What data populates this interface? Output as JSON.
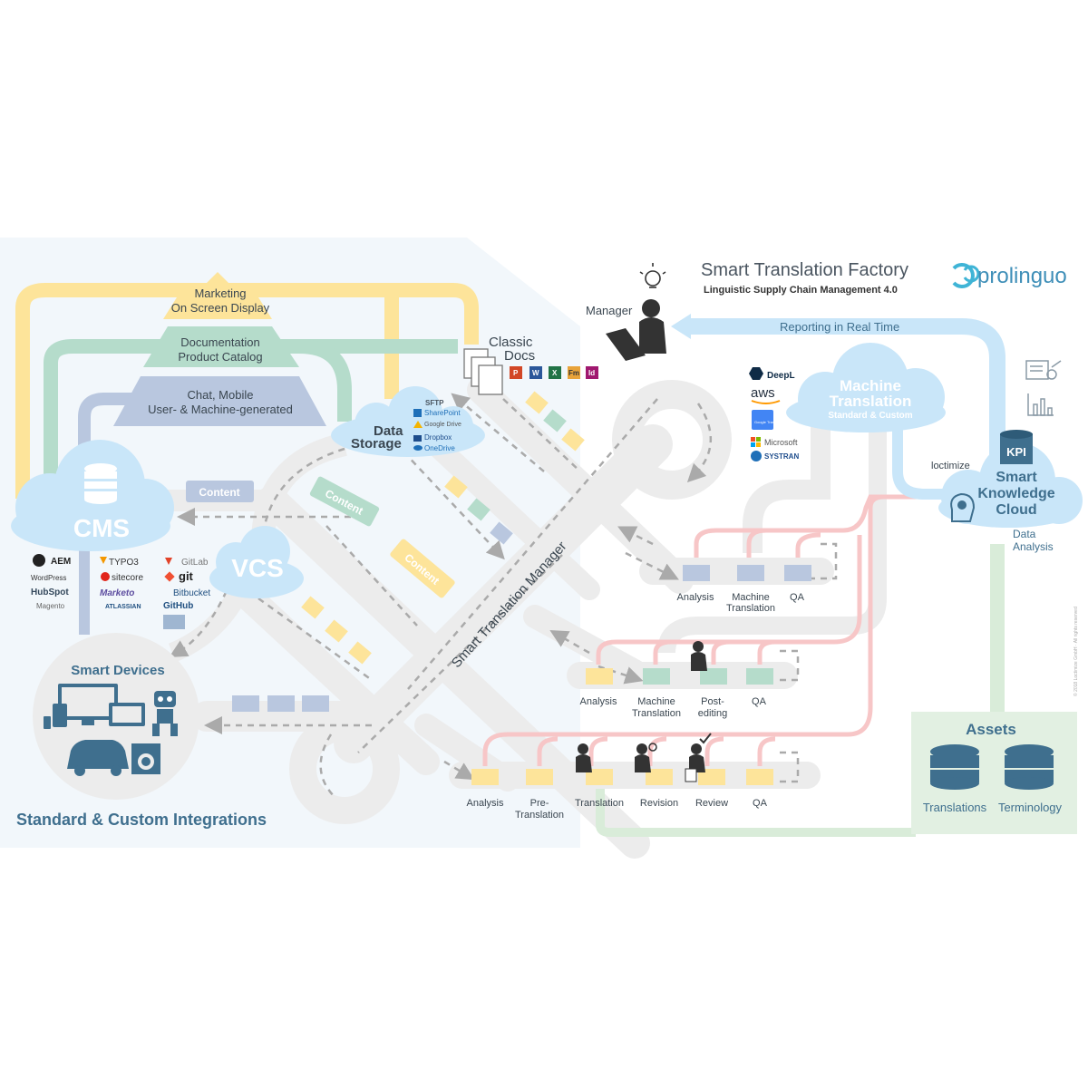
{
  "header": {
    "title": "Smart Translation Factory",
    "subtitle": "Linguistic  Supply Chain Management 4.0",
    "brand": "prolinguo"
  },
  "manager": {
    "label": "Manager",
    "reporting": "Reporting in Real Time"
  },
  "pyramid": {
    "top": [
      "Marketing",
      "On Screen Display"
    ],
    "middle": [
      "Documentation",
      "Product Catalog"
    ],
    "bottom": [
      "Chat, Mobile",
      "User- & Machine-generated"
    ]
  },
  "classic_docs": {
    "label": [
      "Classic",
      "Docs"
    ],
    "formats": [
      "P",
      "W",
      "X",
      "Fm",
      "Id"
    ]
  },
  "data_storage": {
    "label": [
      "Data",
      "Storage"
    ],
    "providers": [
      "SFTP",
      "SharePoint",
      "Google Drive",
      "Dropbox",
      "OneDrive"
    ]
  },
  "cms": {
    "label": "CMS",
    "systems_left": [
      "AEM",
      "WordPress",
      "HubSpot",
      "Magento"
    ],
    "systems_right": [
      "TYPO3",
      "sitecore",
      "Marketo",
      "ATLASSIAN"
    ]
  },
  "vcs": {
    "label": "VCS",
    "systems": [
      "GitLab",
      "git",
      "Bitbucket",
      "GitHub"
    ]
  },
  "content_tags": [
    "Content",
    "Content",
    "Content"
  ],
  "smart_devices": {
    "label": "Smart Devices"
  },
  "integrations": "Standard & Custom Integrations",
  "road_label": "Smart Translation Manager",
  "machine_translation": {
    "title": [
      "Machine",
      "Translation"
    ],
    "sub": "Standard & Custom",
    "engines": [
      "DeepL",
      "aws",
      "Google Translate",
      "Microsoft",
      "SYSTRAN"
    ]
  },
  "knowledge": {
    "kpi": "KPI",
    "title": [
      "Smart",
      "Knowledge",
      "Cloud"
    ],
    "loctimize": "loctimize",
    "data_analysis": [
      "Data",
      "Analysis"
    ]
  },
  "assets": {
    "title": "Assets",
    "items": [
      "Translations",
      "Terminology"
    ]
  },
  "workflow1": [
    [
      "Analysis"
    ],
    [
      "Machine",
      "Translation"
    ],
    [
      "QA"
    ]
  ],
  "workflow2": [
    [
      "Analysis"
    ],
    [
      "Machine",
      "Translation"
    ],
    [
      "Post-",
      "editing"
    ],
    [
      "QA"
    ]
  ],
  "workflow3": [
    [
      "Analysis"
    ],
    [
      "Pre-",
      "Translation"
    ],
    [
      "Translation"
    ],
    [
      "Revision"
    ],
    [
      "Review"
    ],
    [
      "QA"
    ]
  ],
  "copyright": "© 2018 Loctimize GmbH · All rights reserved",
  "colors": {
    "yellow": "#fde49a",
    "teal": "#b5dccb",
    "slate": "#b9c7df",
    "sky": "#c9e6f9",
    "pink": "#f7c6c7",
    "road": "#ececec",
    "text": "#3f6f8e"
  }
}
